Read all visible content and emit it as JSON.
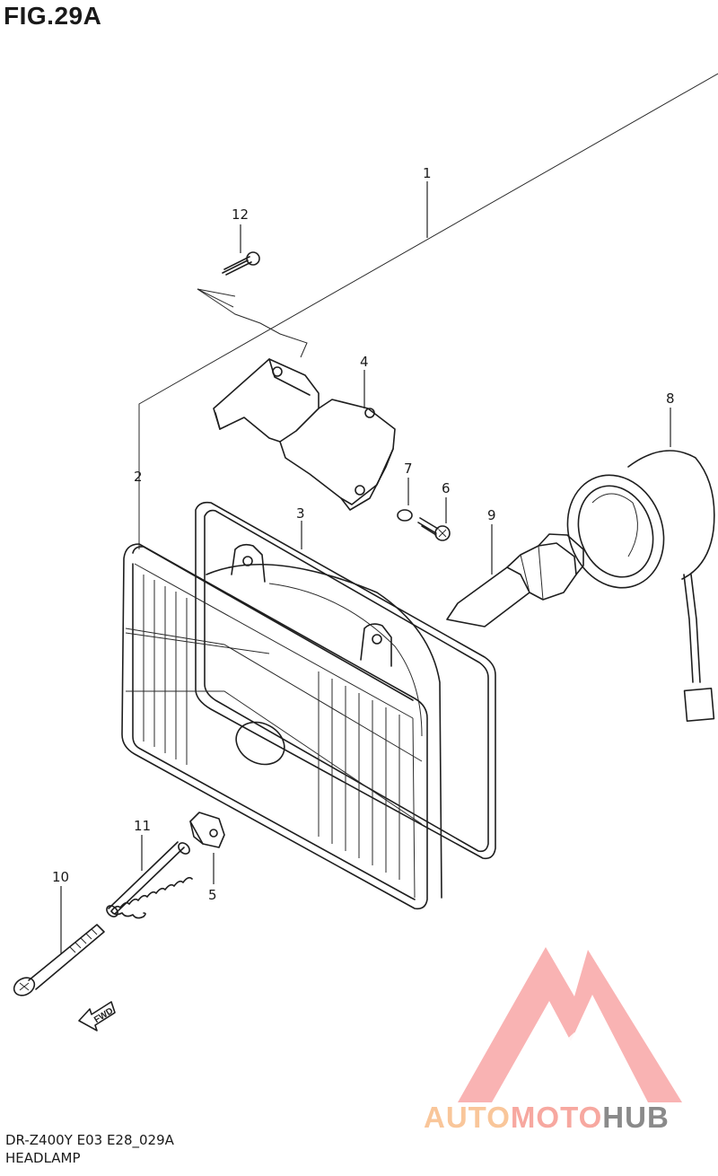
{
  "figure": {
    "title": "FIG.29A",
    "code": "DR-Z400Y E03 E28_029A",
    "name": "HEADLAMP"
  },
  "callouts": [
    "1",
    "2",
    "3",
    "4",
    "5",
    "6",
    "7",
    "8",
    "9",
    "10",
    "11",
    "12"
  ],
  "direction_label": "FWD",
  "watermark": {
    "part1": "AUTO",
    "part2": "MOTO",
    "part3": "HUB",
    "colors": {
      "auto": "#f9c69a",
      "moto": "#f7a8a0",
      "hub": "#8a8a8a",
      "logo": "#f8a6a6"
    }
  }
}
